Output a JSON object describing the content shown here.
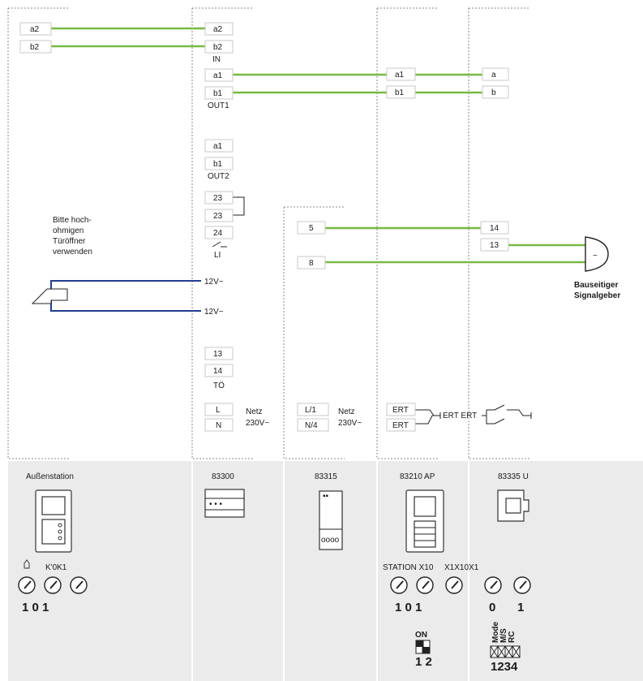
{
  "terminals": {
    "ext_a2": "a2",
    "ext_b2": "b2",
    "ctl_a2": "a2",
    "ctl_b2": "b2",
    "ctl_in": "IN",
    "ctl_a1": "a1",
    "ctl_b1": "b1",
    "ctl_out1": "OUT1",
    "ctl_a1b": "a1",
    "ctl_b1b": "b1",
    "ctl_out2": "OUT2",
    "ctl_23a": "23",
    "ctl_23b": "23",
    "ctl_24": "24",
    "ctl_li": "LI",
    "ctl_12v1": "12V~",
    "ctl_12v2": "12V~",
    "ctl_13": "13",
    "ctl_14": "14",
    "ctl_to": "TÖ",
    "ctl_L": "L",
    "ctl_N": "N",
    "ctl_netz": "Netz",
    "ctl_230": "230V~",
    "ps_5": "5",
    "ps_8": "8",
    "ps_L1": "L/1",
    "ps_N4": "N/4",
    "ps_netz": "Netz",
    "ps_230": "230V~",
    "st_a1": "a1",
    "st_b1": "b1",
    "st_ert1": "ERT",
    "st_ert2": "ERT",
    "ert_label": "ERT ERT",
    "u_a": "a",
    "u_b": "b",
    "u_14": "14",
    "u_13": "13"
  },
  "notes": {
    "opener_line1": "Bitte hoch-",
    "opener_line2": "ohmigen",
    "opener_line3": "Türöffner",
    "opener_line4": "verwenden",
    "signal_line1": "Bauseitiger",
    "signal_line2": "Signalgeber"
  },
  "devices": {
    "outdoor": "Außenstation",
    "controller": "83300",
    "psu": "83315",
    "station": "83210 AP",
    "unit": "83335 U"
  },
  "dials": {
    "outdoor_labels": "K'0K1",
    "outdoor_values": "1 0 1",
    "station_label1": "STATION X10",
    "station_label2": "X1X10X1",
    "station_values": "1 0 1",
    "unit_v0": "0",
    "unit_v1": "1"
  },
  "dip": {
    "station_on": "ON",
    "station_nums": "1 2",
    "unit_mode": "Mode",
    "unit_ms": "M/S",
    "unit_rc": "RC",
    "unit_nums": "1234"
  }
}
